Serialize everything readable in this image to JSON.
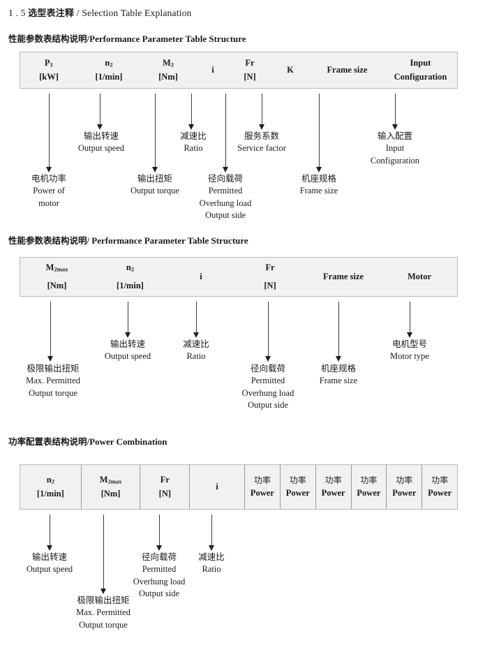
{
  "document": {
    "section_number": "1 . 5",
    "section_title_cn": "选型表注释",
    "section_title_sep": "/",
    "section_title_en": "Selection Table Explanation"
  },
  "sections": [
    {
      "id": "performance-1",
      "heading_cn": "性能参数表结构说明",
      "heading_sep": "/",
      "heading_en": "Performance Parameter Table Structure",
      "columns": [
        {
          "symbol": "P",
          "sub": "1",
          "unit": "[kW]"
        },
        {
          "symbol": "n",
          "sub": "2",
          "unit": "[1/min]"
        },
        {
          "symbol": "M",
          "sub": "2",
          "unit": "[Nm]"
        },
        {
          "symbol": "i",
          "sub": "",
          "unit": ""
        },
        {
          "symbol": "Fr",
          "sub": "",
          "unit": "[N]"
        },
        {
          "symbol": "K",
          "sub": "",
          "unit": ""
        },
        {
          "symbol": "Frame size",
          "sub": "",
          "unit": ""
        },
        {
          "symbol": "Input",
          "sub": "",
          "unit": "Configuration"
        }
      ],
      "annotations": [
        {
          "cn": "电机功率",
          "en": [
            "Power of",
            "motor"
          ]
        },
        {
          "cn": "输出转速",
          "en": [
            "Output speed"
          ]
        },
        {
          "cn": "输出扭矩",
          "en": [
            "Output torque"
          ]
        },
        {
          "cn": "减速比",
          "en": [
            "Ratio"
          ]
        },
        {
          "cn": "径向载荷",
          "en": [
            "Permitted",
            "Overhung load",
            "Output side"
          ]
        },
        {
          "cn": "服务系数",
          "en": [
            "Service factor"
          ]
        },
        {
          "cn": "机座规格",
          "en": [
            "Frame size"
          ]
        },
        {
          "cn": "输入配置",
          "en": [
            "Input",
            "Configuration"
          ]
        }
      ]
    },
    {
      "id": "performance-2",
      "heading_cn": "性能参数表结构说明",
      "heading_sep": "/",
      "heading_en": "Performance Parameter Table Structure",
      "columns": [
        {
          "symbol": "M",
          "sub": "2max",
          "unit": "[Nm]"
        },
        {
          "symbol": "n",
          "sub": "2",
          "unit": "[1/min]"
        },
        {
          "symbol": "i",
          "sub": "",
          "unit": ""
        },
        {
          "symbol": "Fr",
          "sub": "",
          "unit": "[N]"
        },
        {
          "symbol": "Frame size",
          "sub": "",
          "unit": ""
        },
        {
          "symbol": "Motor",
          "sub": "",
          "unit": ""
        }
      ],
      "annotations": [
        {
          "cn": "极限输出扭矩",
          "en": [
            "Max. Permitted",
            "Output  torque"
          ]
        },
        {
          "cn": "输出转速",
          "en": [
            "Output speed"
          ]
        },
        {
          "cn": "减速比",
          "en": [
            "Ratio"
          ]
        },
        {
          "cn": "径向载荷",
          "en": [
            "Permitted",
            "Overhung load",
            "Output side"
          ]
        },
        {
          "cn": "机座规格",
          "en": [
            "Frame size"
          ]
        },
        {
          "cn": "电机型号",
          "en": [
            "Motor type"
          ]
        }
      ]
    },
    {
      "id": "power-combination",
      "heading_cn": "功率配置表结构说明",
      "heading_sep": "/",
      "heading_en": "Power Combination",
      "columns": [
        {
          "symbol": "n",
          "sub": "2",
          "unit": "[1/min]"
        },
        {
          "symbol": "M",
          "sub": "2max",
          "unit": "[Nm]"
        },
        {
          "symbol": "Fr",
          "sub": "",
          "unit": "[N]"
        },
        {
          "symbol": "i",
          "sub": "",
          "unit": ""
        },
        {
          "symbol": "功率",
          "sub": "",
          "unit": "Power"
        },
        {
          "symbol": "功率",
          "sub": "",
          "unit": "Power"
        },
        {
          "symbol": "功率",
          "sub": "",
          "unit": "Power"
        },
        {
          "symbol": "功率",
          "sub": "",
          "unit": "Power"
        },
        {
          "symbol": "功率",
          "sub": "",
          "unit": "Power"
        },
        {
          "symbol": "功率",
          "sub": "",
          "unit": "Power"
        }
      ],
      "annotations": [
        {
          "cn": "输出转速",
          "en": [
            "Output speed"
          ]
        },
        {
          "cn": "极限输出扭矩",
          "en": [
            "Max. Permitted",
            "Output  torque"
          ]
        },
        {
          "cn": "径向载荷",
          "en": [
            "Permitted",
            "Overhung load",
            "Output side"
          ]
        },
        {
          "cn": "减速比",
          "en": [
            "Ratio"
          ]
        }
      ]
    }
  ]
}
